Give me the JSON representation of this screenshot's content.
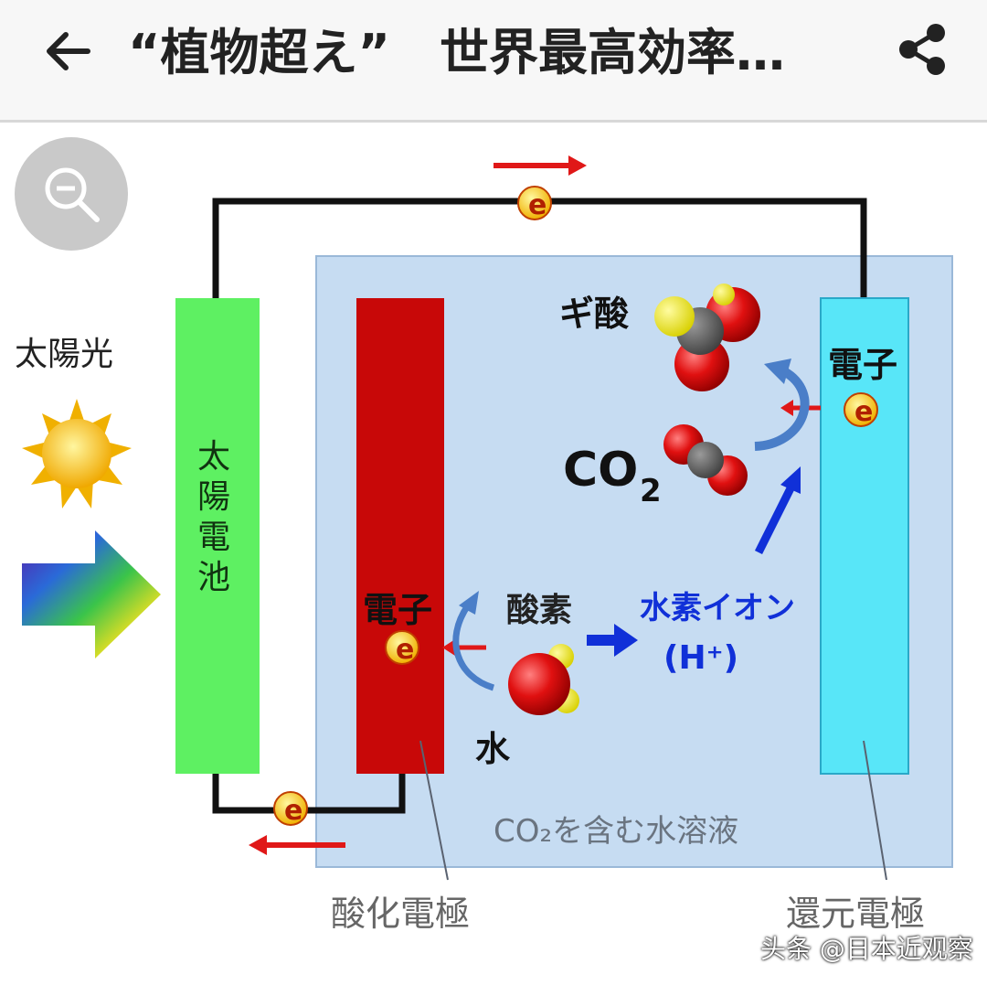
{
  "header": {
    "title": "“植物超え”　世界最高効率…",
    "back_icon": "arrow-left-icon",
    "share_icon": "share-icon"
  },
  "viewer": {
    "zoom_icon": "zoom-out-icon"
  },
  "diagram": {
    "sunlight_label": "太陽光",
    "solar_cell_label": "太陽電池",
    "oxidation_electrode_electron": "電子",
    "reduction_electrode_electron": "電子",
    "electron_symbol": "e",
    "oxygen_label": "酸素",
    "hydrogen_ion_label": "水素イオン",
    "hydrogen_ion_formula": "(H⁺)",
    "water_label": "水",
    "formic_acid_label": "ギ酸",
    "co2_label": "CO",
    "co2_subscript": "2",
    "solution_label": "CO₂を含む水溶液",
    "oxidation_electrode_label": "酸化電極",
    "reduction_electrode_label": "還元電極"
  },
  "watermark": "头条 @日本近观察",
  "colors": {
    "solar_cell": "#5ef062",
    "oxidation_electrode": "#c80808",
    "reduction_electrode": "#58e6f8",
    "solution": "#c6dcf2",
    "arrow_red": "#e01818",
    "arrow_blue": "#1030d8"
  }
}
